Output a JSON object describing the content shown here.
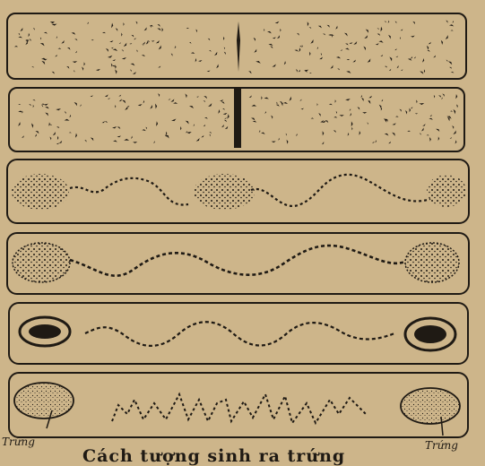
{
  "labels": {
    "egg_left": "Trứng",
    "egg_right": "Trứng",
    "caption": "Cách tượng sinh ra trứng"
  },
  "colors": {
    "paper": "#cdb58a",
    "ink": "#1f1a14"
  },
  "stages": [
    {
      "name": "stage-1",
      "description": "cell with dotted contents and thin dividing line"
    },
    {
      "name": "stage-2",
      "description": "cell divided by thick vertical wall"
    },
    {
      "name": "stage-3",
      "description": "three dotted masses joined by wavy thread"
    },
    {
      "name": "stage-4",
      "description": "two dotted masses at ends joined by wavy thread"
    },
    {
      "name": "stage-5",
      "description": "two dark eggs at ends with wavy thread"
    },
    {
      "name": "stage-6",
      "description": "two mature eggs at ends with broken zigzag thread"
    }
  ]
}
